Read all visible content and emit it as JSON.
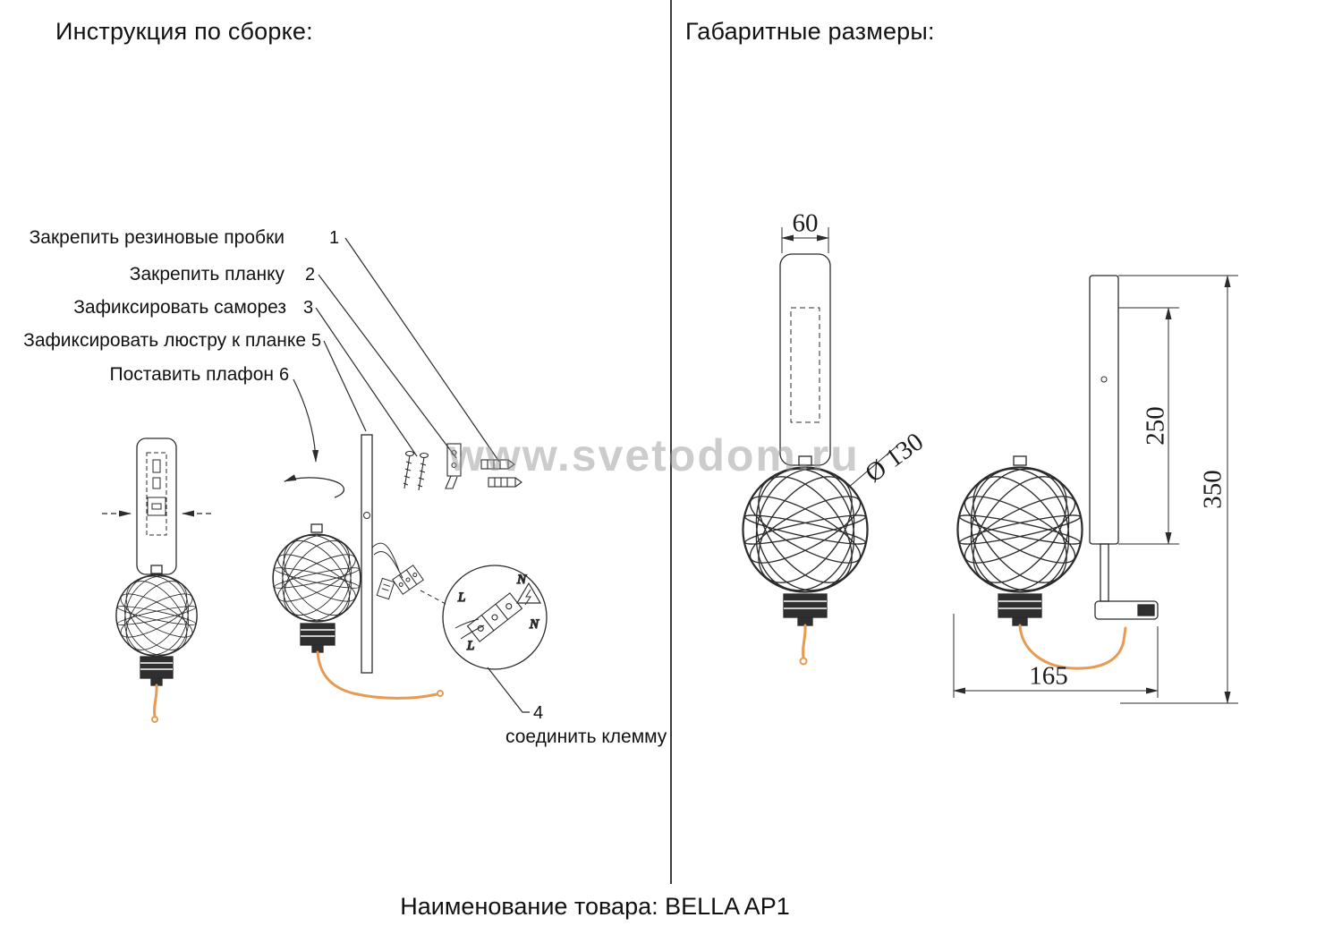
{
  "titles": {
    "left": "Инструкция по сборке:",
    "right": "Габаритные размеры:"
  },
  "steps": [
    {
      "label": "Закрепить резиновые пробки",
      "num": "1"
    },
    {
      "label": "Закрепить планку",
      "num": "2"
    },
    {
      "label": "Зафиксировать саморез",
      "num": "3"
    },
    {
      "label": "Зафиксировать люстру к планке",
      "num": "5"
    },
    {
      "label": "Поставить плафон",
      "num": "6"
    }
  ],
  "terminal_step": {
    "num": "4",
    "label": "соединить клемму"
  },
  "dimensions": {
    "plate_width": "60",
    "shade_diameter": "Ø 130",
    "bracket_height": "250",
    "total_height": "350",
    "depth": "165"
  },
  "terminal_detail": {
    "n_top": "N",
    "n_right": "N",
    "l_left": "L",
    "l_bottom": "L"
  },
  "watermark": {
    "text": "www.svetodom.ru"
  },
  "footer": {
    "label": "Наименование товара: BELLA AP1"
  },
  "colors": {
    "line": "#2b2b2b",
    "cable": "#e79a52"
  }
}
